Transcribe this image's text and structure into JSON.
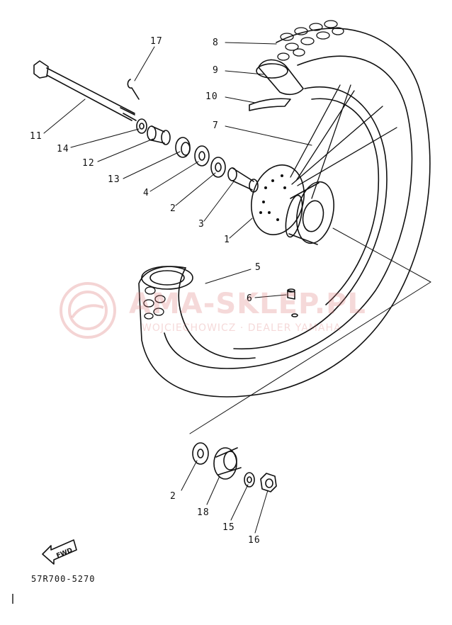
{
  "diagram": {
    "drawing_code": "57R700-5270",
    "fwd_label": "FWD",
    "watermark_text": "AMA-SKLEP.PL",
    "watermark_sub": "WOJCIECHOWICZ · DEALER YAMAHA",
    "parts": [
      {
        "num": "1"
      },
      {
        "num": "2"
      },
      {
        "num": "3"
      },
      {
        "num": "4"
      },
      {
        "num": "5"
      },
      {
        "num": "6"
      },
      {
        "num": "7"
      },
      {
        "num": "8"
      },
      {
        "num": "9"
      },
      {
        "num": "10"
      },
      {
        "num": "11"
      },
      {
        "num": "12"
      },
      {
        "num": "13"
      },
      {
        "num": "14"
      },
      {
        "num": "15"
      },
      {
        "num": "16"
      },
      {
        "num": "17"
      },
      {
        "num": "18"
      },
      {
        "num": "2"
      }
    ]
  }
}
